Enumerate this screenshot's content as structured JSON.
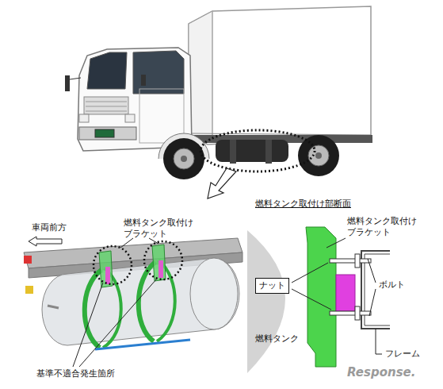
{
  "diagram": {
    "nodes": [
      {
        "text": [
          "ナット"
        ]
      }
    ],
    "labels": [
      "燃料タンク取付け部断面",
      "車両前方",
      "燃料タンク取付け ブラケット",
      "燃料タンク取付け ブラケット",
      "ボルト",
      "燃料タンク",
      "フレーム",
      "基準不適合発生箇所",
      "Response."
    ]
  }
}
